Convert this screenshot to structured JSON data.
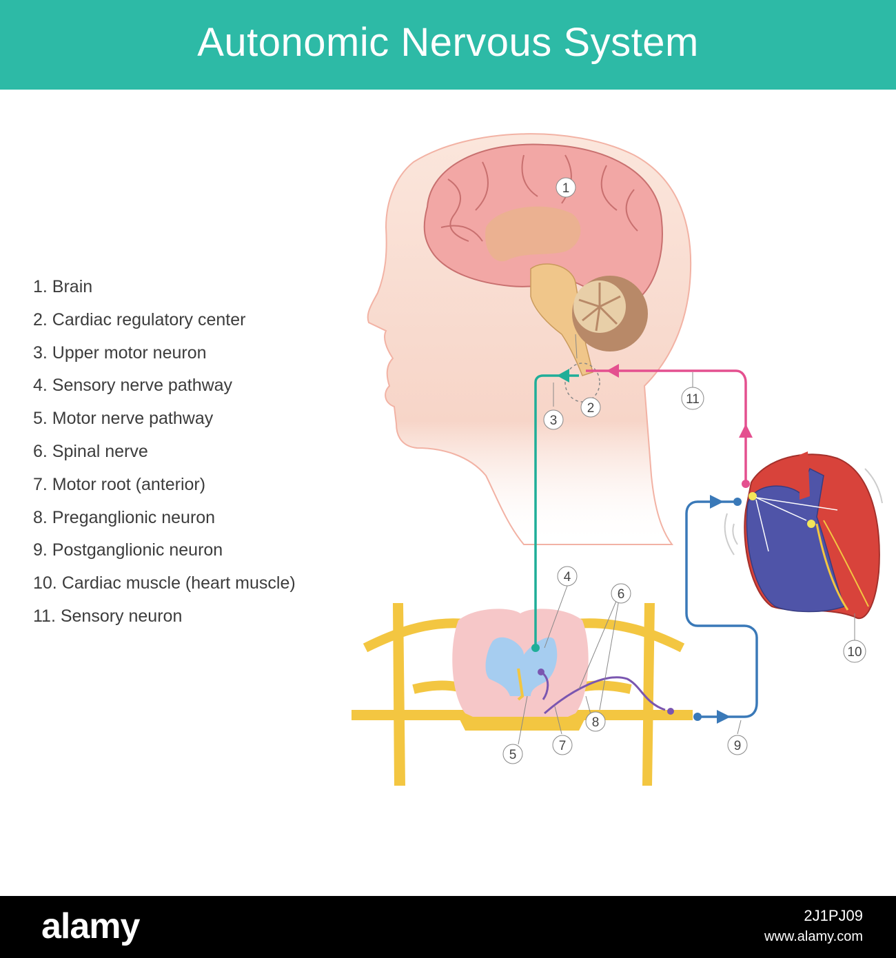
{
  "title": "Autonomic Nervous System",
  "legend": [
    "1. Brain",
    "2. Cardiac regulatory center",
    "3. Upper motor neuron",
    "4. Sensory nerve pathway",
    "5. Motor nerve pathway",
    "6. Spinal nerve",
    "7. Motor root (anterior)",
    "8. Preganglionic neuron",
    "9. Postganglionic neuron",
    "10. Cardiac muscle (heart muscle)",
    "11. Sensory neuron"
  ],
  "callouts": [
    "1",
    "2",
    "3",
    "4",
    "5",
    "6",
    "7",
    "8",
    "9",
    "10",
    "11"
  ],
  "colors": {
    "header": "#2dbaa6",
    "sensory_path": "#e4508f",
    "upper_motor_path": "#1fae98",
    "postganglionic_path": "#3a79b8",
    "preganglionic_path": "#7a56b0",
    "nerve": "#f3c641",
    "brain": "#f2a7a5",
    "heart_blue": "#4f54a8",
    "heart_red": "#d8433b"
  },
  "footer": {
    "logo": "alamy",
    "image_id": "2J1PJ09",
    "url": "www.alamy.com"
  }
}
